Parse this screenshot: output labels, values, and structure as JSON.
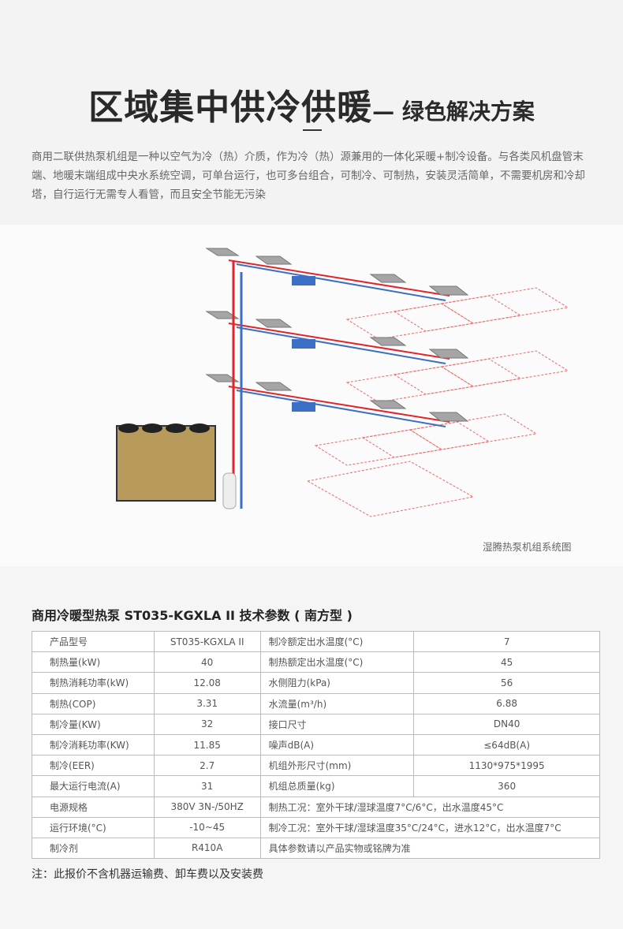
{
  "header": {
    "title_main": "区域集中供冷供暖",
    "title_sub": "— 绿色解决方案",
    "intro": "商用二联供热泵机组是一种以空气为冷（热）介质，作为冷（热）源兼用的一体化采暖+制冷设备。与各类风机盘管末端、地暖末端组成中央水系统空调，可单台运行，也可多台组合，可制冷、可制热，安装灵活简单，不需要机房和冷却塔，自行运行无需专人看管，而且安全节能无污染"
  },
  "diagram": {
    "caption": "湿腾热泵机组系统图",
    "colors": {
      "hot_pipe": "#e0262b",
      "cold_pipe": "#3a6fc4",
      "coil": "#e86a6a",
      "unit": "#8a8a8a"
    }
  },
  "specs": {
    "title": "商用冷暖型热泵 ST035-KGXLA II 技术参数 ( 南方型 )",
    "rows": [
      [
        "产品型号",
        "ST035-KGXLA II",
        "制冷额定出水温度(°C)",
        "7"
      ],
      [
        "制热量(kW)",
        "40",
        "制热额定出水温度(°C)",
        "45"
      ],
      [
        "制热消耗功率(kW)",
        "12.08",
        "水侧阻力(kPa)",
        "56"
      ],
      [
        "制热(COP)",
        "3.31",
        "水流量(m³/h)",
        "6.88"
      ],
      [
        "制冷量(KW)",
        "32",
        "接口尺寸",
        "DN40"
      ],
      [
        "制冷消耗功率(KW)",
        "11.85",
        "噪声dB(A)",
        "≤64dB(A)"
      ],
      [
        "制冷(EER)",
        "2.7",
        "机组外形尺寸(mm)",
        "1130*975*1995"
      ],
      [
        "最大运行电流(A)",
        "31",
        "机组总质量(kg)",
        "360"
      ],
      [
        "电源规格",
        "380V 3N-/50HZ",
        "制热工况：室外干球/湿球温度7°C/6°C，出水温度45°C"
      ],
      [
        "运行环境(°C)",
        "-10~45",
        "制冷工况：室外干球/湿球温度35°C/24°C，进水12°C，出水温度7°C"
      ],
      [
        "制冷剂",
        "R410A",
        "具体参数请以产品实物或铭牌为准"
      ]
    ],
    "note": "注：此报价不含机器运输费、卸车费以及安装费"
  }
}
